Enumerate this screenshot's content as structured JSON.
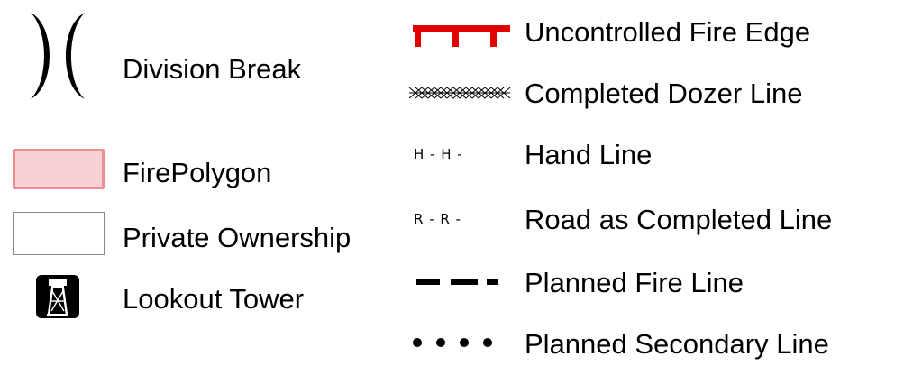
{
  "legend": {
    "left_items": [
      {
        "label": "Division Break",
        "icon": "division-break-symbol"
      },
      {
        "label": "FirePolygon",
        "icon": "fire-polygon-swatch",
        "fill": "#f9d0d6",
        "stroke": "#ee8e92"
      },
      {
        "label": "Private Ownership",
        "icon": "private-ownership-swatch",
        "fill": "#ffffff",
        "stroke": "#888888"
      },
      {
        "label": "Lookout Tower",
        "icon": "lookout-tower-icon"
      }
    ],
    "right_items": [
      {
        "label": "Uncontrolled Fire Edge",
        "icon": "uncontrolled-fire-edge-symbol",
        "color": "#e00000"
      },
      {
        "label": "Completed Dozer Line",
        "icon": "completed-dozer-line-symbol"
      },
      {
        "label": "Hand Line",
        "icon": "hand-line-symbol",
        "symbol_text": "H - H -"
      },
      {
        "label": "Road as Completed Line",
        "icon": "road-completed-line-symbol",
        "symbol_text": "R - R -"
      },
      {
        "label": "Planned Fire Line",
        "icon": "planned-fire-line-symbol"
      },
      {
        "label": "Planned Secondary Line",
        "icon": "planned-secondary-line-symbol"
      }
    ]
  }
}
